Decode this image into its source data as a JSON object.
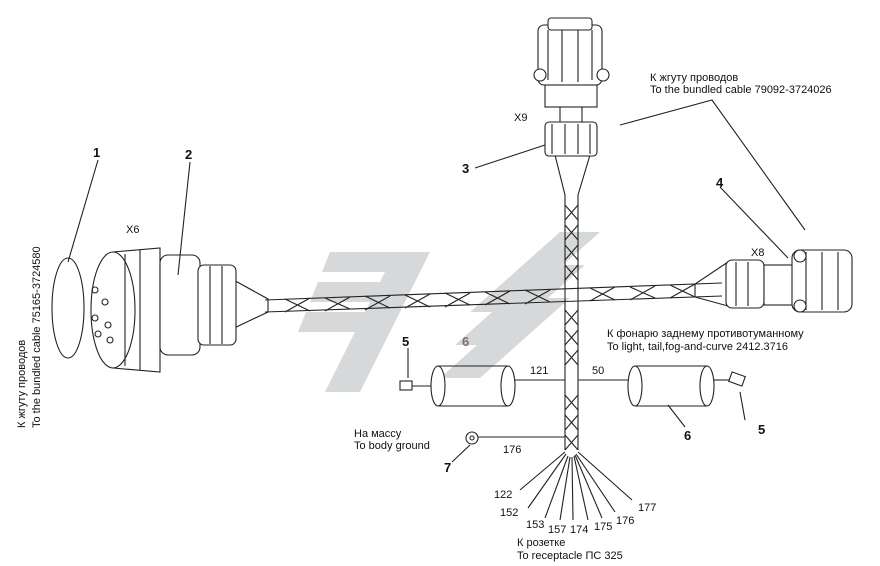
{
  "callouts": {
    "p1": "1",
    "p2": "2",
    "p3": "3",
    "p4": "4",
    "p5a": "5",
    "p5b": "5",
    "p6a": "6",
    "p6b": "6",
    "p7": "7"
  },
  "connectors": {
    "x6": "X6",
    "x8": "X8",
    "x9": "X9"
  },
  "labels": {
    "bundled_top_ru": "К жгуту проводов",
    "bundled_top_en": "To the bundled cable 79092-3724026",
    "bundled_left_ru": "К жгуту проводов",
    "bundled_left_en": "To the bundled cable 75165-3724580",
    "foglight_ru": "К фонарю заднему противотуманному",
    "foglight_en": "To light, tail,fog-and-curve 2412.3716",
    "ground_ru": "На массу",
    "ground_en": "To body ground",
    "receptacle_ru": "К розетке",
    "receptacle_en": "To receptacle ПС 325"
  },
  "wires": {
    "w121": "121",
    "w50": "50",
    "w176a": "176",
    "w122": "122",
    "w152": "152",
    "w153": "153",
    "w157": "157",
    "w174": "174",
    "w175": "175",
    "w176b": "176",
    "w177": "177"
  },
  "colors": {
    "line": "#222222",
    "watermark": "#c9ccce",
    "background": "#ffffff"
  }
}
